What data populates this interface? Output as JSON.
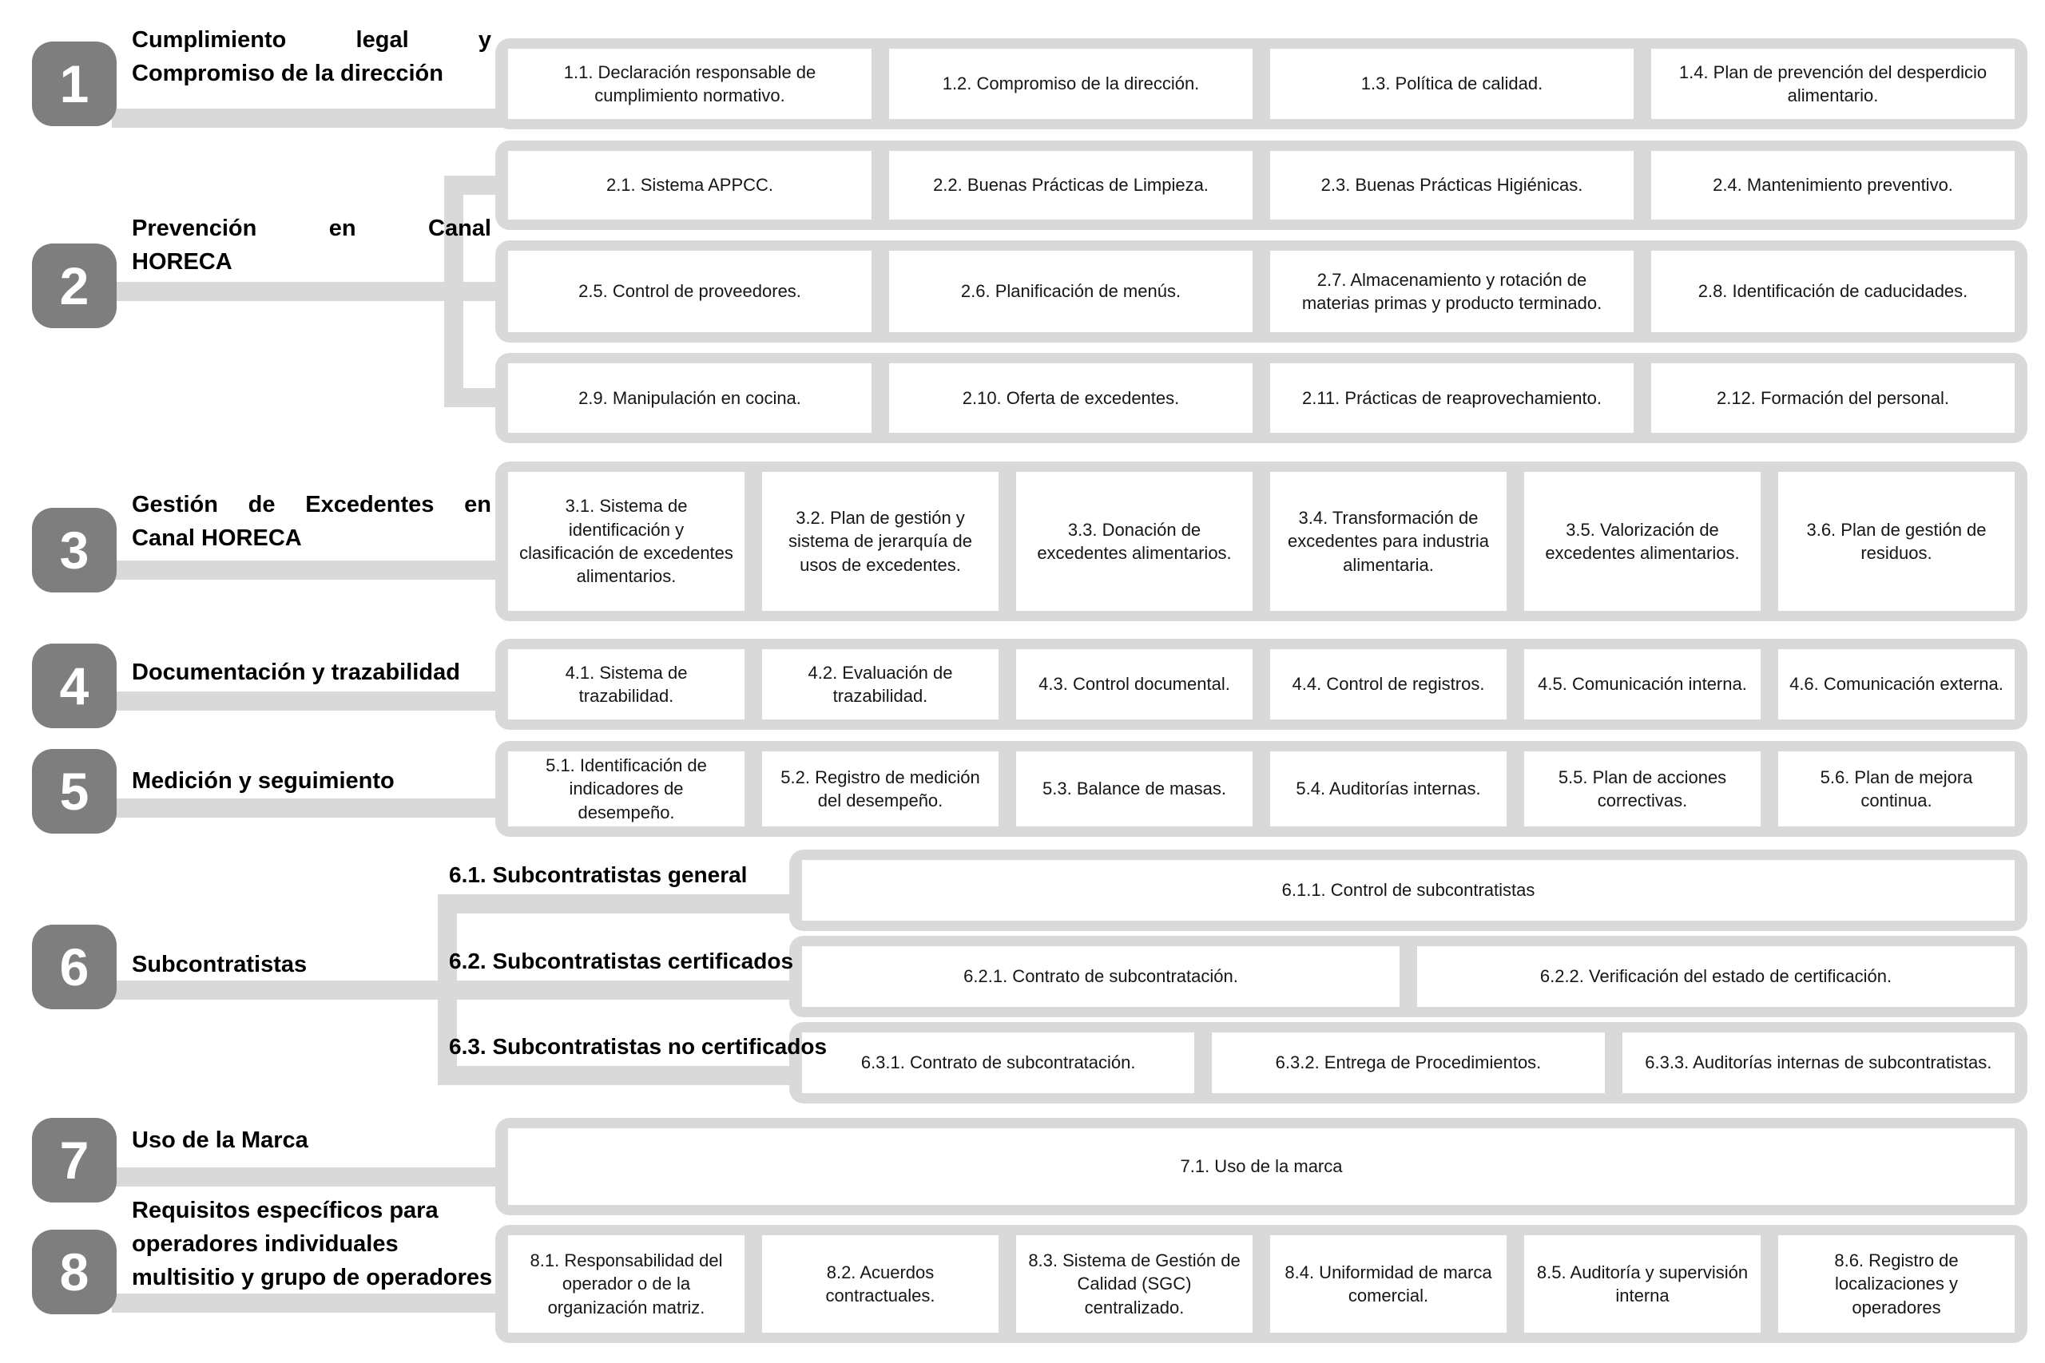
{
  "palette": {
    "badge_gray": "#7e7e7e",
    "tray_gray": "#d9d9d9",
    "box_white": "#ffffff",
    "text": "#000000"
  },
  "sections": [
    {
      "number": "1",
      "title_lines": [
        "Cumplimiento legal y",
        "Compromiso de la dirección"
      ],
      "boxes": [
        "1.1. Declaración responsable de cumplimiento normativo.",
        "1.2. Compromiso de la dirección.",
        "1.3. Política de calidad.",
        "1.4. Plan de prevención del desperdicio alimentario."
      ]
    },
    {
      "number": "2",
      "title_lines": [
        "Prevención en Canal",
        "HORECA"
      ],
      "rows": [
        [
          "2.1. Sistema APPCC.",
          "2.2. Buenas Prácticas de Limpieza.",
          "2.3. Buenas Prácticas Higiénicas.",
          "2.4. Mantenimiento preventivo."
        ],
        [
          "2.5. Control de proveedores.",
          "2.6. Planificación de menús.",
          "2.7. Almacenamiento y rotación de materias primas y producto terminado.",
          "2.8. Identificación de caducidades."
        ],
        [
          "2.9. Manipulación en cocina.",
          "2.10. Oferta de excedentes.",
          "2.11. Prácticas de reaprovechamiento.",
          "2.12. Formación del personal."
        ]
      ]
    },
    {
      "number": "3",
      "title_lines": [
        "Gestión de Excedentes en",
        "Canal HORECA"
      ],
      "boxes": [
        "3.1. Sistema de identificación y clasificación de excedentes alimentarios.",
        "3.2. Plan de gestión y sistema de jerarquía de usos de excedentes.",
        "3.3. Donación de excedentes alimentarios.",
        "3.4. Transformación de excedentes para industria alimentaria.",
        "3.5. Valorización de excedentes alimentarios.",
        "3.6. Plan de gestión de residuos."
      ]
    },
    {
      "number": "4",
      "title_lines": [
        "Documentación y trazabilidad"
      ],
      "boxes": [
        "4.1. Sistema de trazabilidad.",
        "4.2. Evaluación de trazabilidad.",
        "4.3. Control documental.",
        "4.4. Control de registros.",
        "4.5. Comunicación interna.",
        "4.6. Comunicación externa."
      ]
    },
    {
      "number": "5",
      "title_lines": [
        "Medición y seguimiento"
      ],
      "boxes": [
        "5.1. Identificación de indicadores de desempeño.",
        "5.2. Registro de medición del desempeño.",
        "5.3. Balance de masas.",
        "5.4. Auditorías internas.",
        "5.5. Plan de acciones correctivas.",
        "5.6. Plan de mejora continua."
      ]
    },
    {
      "number": "6",
      "title_lines": [
        "Subcontratistas"
      ],
      "subsections": [
        {
          "label": "6.1. Subcontratistas general",
          "boxes": [
            "6.1.1. Control de subcontratistas"
          ]
        },
        {
          "label": "6.2. Subcontratistas certificados",
          "boxes": [
            "6.2.1. Contrato de subcontratación.",
            "6.2.2. Verificación del estado de certificación."
          ]
        },
        {
          "label": "6.3. Subcontratistas no certificados",
          "boxes": [
            "6.3.1. Contrato de subcontratación.",
            "6.3.2. Entrega de Procedimientos.",
            "6.3.3. Auditorías internas de subcontratistas."
          ]
        }
      ]
    },
    {
      "number": "7",
      "title_lines": [
        "Uso de la Marca"
      ],
      "boxes": [
        "7.1. Uso de la marca"
      ]
    },
    {
      "number": "8",
      "title_lines": [
        "Requisitos específicos para",
        "operadores individuales",
        "multisitio y grupo de operadores"
      ],
      "boxes": [
        "8.1. Responsabilidad del operador o de la organización matriz.",
        "8.2. Acuerdos contractuales.",
        "8.3. Sistema de Gestión de Calidad (SGC) centralizado.",
        "8.4. Uniformidad de marca comercial.",
        "8.5. Auditoría y supervisión interna",
        "8.6. Registro de localizaciones y operadores"
      ]
    }
  ]
}
